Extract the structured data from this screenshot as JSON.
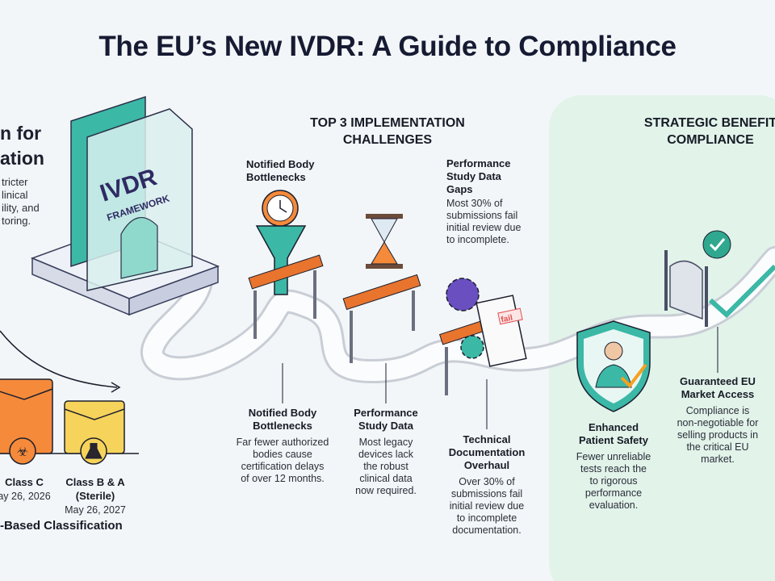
{
  "title": "The EU’s New IVDR: A Guide to Compliance",
  "left_panel": {
    "heading": [
      "n for",
      "ation"
    ],
    "body": [
      "tricter",
      "linical",
      "ility, and",
      "toring."
    ],
    "framework_label": [
      "IVDR",
      "FRAMEWORK"
    ],
    "classes": [
      {
        "name": "Class C",
        "date": "ay 26, 2026",
        "color": "#f58a3a",
        "icon": "biohazard-icon"
      },
      {
        "name": "Class B & A",
        "subname": "(Sterile)",
        "date": "May 26, 2027",
        "color": "#f6d35a",
        "icon": "flask-icon"
      }
    ],
    "footer": "-Based Classification"
  },
  "challenges": {
    "heading": [
      "TOP 3 IMPLEMENTATION",
      "CHALLENGES"
    ],
    "top_labels": [
      {
        "title": [
          "Notified Body",
          "Bottlenecks"
        ]
      },
      {
        "title": [
          "Performance",
          "Study Data",
          "Gaps"
        ],
        "body": [
          "Most 30% of",
          "submissions fail",
          "initial review due",
          "to incomplete."
        ]
      }
    ],
    "items": [
      {
        "title": [
          "Notified Body",
          "Bottlenecks"
        ],
        "body": [
          "Far fewer authorized",
          "bodies cause",
          "certification delays",
          "of over 12 months."
        ]
      },
      {
        "title": [
          "Performance",
          "Study Data"
        ],
        "body": [
          "Most legacy",
          "devices lack",
          "the robust",
          "clinical data",
          "now required."
        ]
      },
      {
        "title": [
          "Technical",
          "Documentation",
          "Overhaul"
        ],
        "body": [
          "Over 30% of",
          "submissions fail",
          "initial review due",
          "to incomplete",
          "documentation."
        ]
      }
    ],
    "fail_stamp": "fail"
  },
  "benefits": {
    "heading": [
      "STRATEGIC BENEFIT",
      "COMPLIANCE"
    ],
    "items": [
      {
        "title": [
          "Enhanced",
          "Patient Safety"
        ],
        "body": [
          "Fewer unreliable",
          "tests reach the",
          "to rigorous",
          "performance",
          "evaluation."
        ]
      },
      {
        "title": [
          "Guaranteed EU",
          "Market Access"
        ],
        "body": [
          "Compliance is",
          "non-negotiable for",
          "selling products in",
          "the critical EU",
          "market."
        ]
      }
    ]
  },
  "colors": {
    "teal": "#3bb8a6",
    "navy": "#161b33",
    "orange": "#f58a3a",
    "yellow": "#f6d35a",
    "mint_panel": "#e4f4ec",
    "barrier_orange": "#e8742e"
  }
}
